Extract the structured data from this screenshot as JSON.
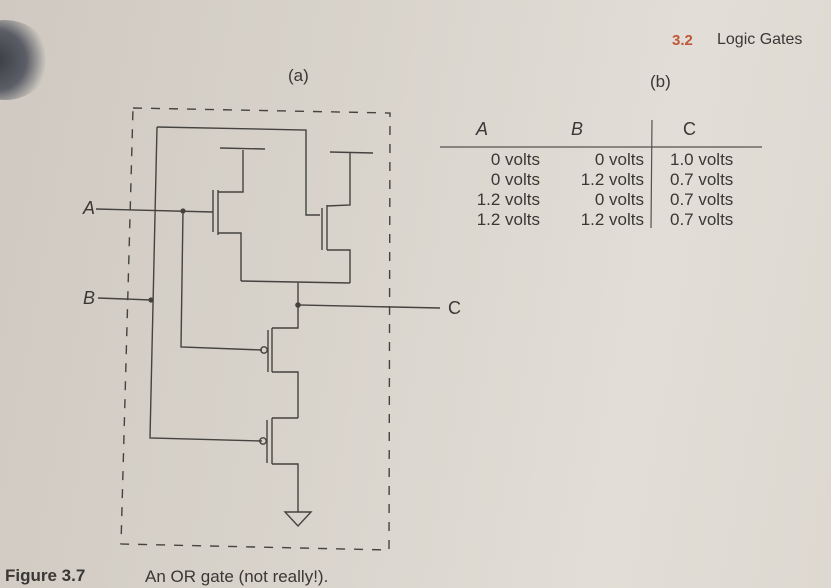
{
  "header": {
    "section_number": "3.2",
    "section_title": "Logic Gates"
  },
  "figure": {
    "panel_a_label": "(a)",
    "panel_b_label": "(b)",
    "inputs": {
      "a": "A",
      "b": "B"
    },
    "output": "C",
    "caption_number": "Figure 3.7",
    "caption_text": "An OR gate (not really!)."
  },
  "table": {
    "headers": [
      "A",
      "B",
      "C"
    ],
    "rows": [
      [
        "0 volts",
        "0 volts",
        "1.0 volts"
      ],
      [
        "0 volts",
        "1.2 volts",
        "0.7 volts"
      ],
      [
        "1.2 volts",
        "0 volts",
        "0.7 volts"
      ],
      [
        "1.2 volts",
        "1.2 volts",
        "0.7 volts"
      ]
    ]
  },
  "colors": {
    "accent": "#c0573a",
    "ink": "#3a3835"
  }
}
